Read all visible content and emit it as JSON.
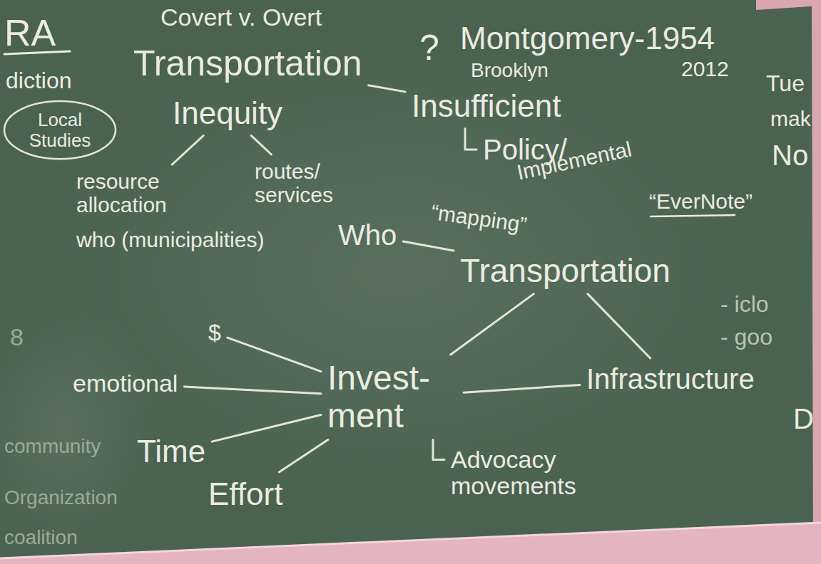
{
  "diagram": {
    "nodes": [
      {
        "text": [
          "Transportation"
        ]
      },
      {
        "text": [
          "Insufficient"
        ]
      },
      {
        "text": [
          "Inequity"
        ]
      },
      {
        "text": [
          "Policy/",
          "Implemental"
        ]
      },
      {
        "text": [
          "Local Studies"
        ]
      },
      {
        "text": [
          "resource allocation"
        ]
      },
      {
        "text": [
          "routes/ services"
        ]
      },
      {
        "text": [
          "“mapping”"
        ]
      },
      {
        "text": [
          "who (municipalities)"
        ]
      },
      {
        "text": [
          "Who"
        ]
      },
      {
        "text": [
          "Transportation"
        ]
      },
      {
        "text": [
          "$"
        ]
      },
      {
        "text": [
          "emotional"
        ]
      },
      {
        "text": [
          "Invest- ment"
        ]
      },
      {
        "text": [
          "Infrastructure"
        ]
      },
      {
        "text": [
          "Time"
        ]
      },
      {
        "text": [
          "Advocacy movements"
        ]
      },
      {
        "text": [
          "Effort"
        ]
      }
    ],
    "edges": [
      {
        "from": 0,
        "to": 1,
        "arrow": "none"
      },
      {
        "from": 2,
        "to": 5,
        "arrow": "none"
      },
      {
        "from": 2,
        "to": 6,
        "arrow": "none"
      },
      {
        "from": 1,
        "to": 3,
        "arrow": "none"
      },
      {
        "from": 9,
        "to": 10,
        "arrow": "none"
      },
      {
        "from": 10,
        "to": 13,
        "arrow": "none"
      },
      {
        "from": 13,
        "to": 14,
        "arrow": "none"
      },
      {
        "from": 14,
        "to": 10,
        "arrow": "none"
      },
      {
        "from": 11,
        "to": 13,
        "arrow": "none"
      },
      {
        "from": 12,
        "to": 13,
        "arrow": "none"
      },
      {
        "from": 15,
        "to": 13,
        "arrow": "none"
      },
      {
        "from": 17,
        "to": 13,
        "arrow": "none"
      },
      {
        "from": 13,
        "to": 16,
        "arrow": "none"
      }
    ],
    "labels": [
      "RA",
      "Covert v. Overt",
      "?",
      "Montgomery-1954",
      "Brooklyn",
      "2012",
      "diction",
      "Tue",
      "mak",
      "No",
      "“EverNote”",
      "- iclo",
      "- goo",
      "8",
      "D",
      "community",
      "Organization",
      "coalition"
    ]
  }
}
